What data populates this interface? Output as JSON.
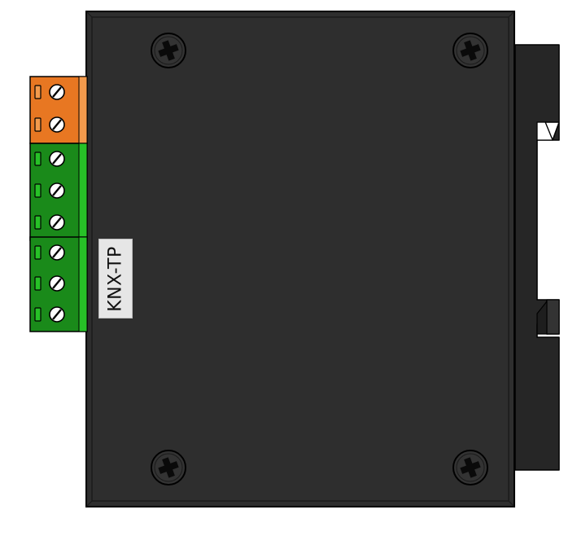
{
  "device": {
    "label": "KNX-TP",
    "housing_color": "#2e2e2e",
    "rail_clip_color": "#262626",
    "label_background": "#e6e6e6"
  },
  "terminal_blocks": [
    {
      "name": "power-terminal-block",
      "color": "#e87722",
      "light": "#f39a4c",
      "poles": 2
    },
    {
      "name": "io-terminal-block-1",
      "color": "#1a8a1a",
      "light": "#27c127",
      "poles": 3
    },
    {
      "name": "io-terminal-block-2",
      "color": "#1a8a1a",
      "light": "#27c127",
      "poles": 3
    }
  ],
  "housing_screws": 4,
  "icons": [
    "cross-screw-icon",
    "terminal-screw-icon",
    "din-rail-clip-icon"
  ]
}
